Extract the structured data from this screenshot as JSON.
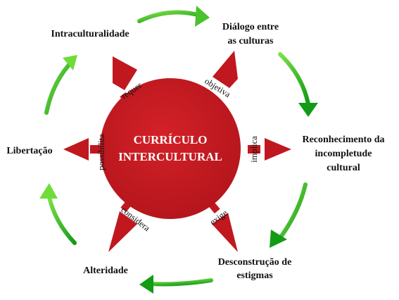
{
  "center": {
    "line1": "CURRÍCULO",
    "line2": "INTERCULTURAL",
    "fill": "#c0181e"
  },
  "colors": {
    "red": "#c0181e",
    "green_light": "#6fdc3a",
    "green_dark": "#129b14",
    "text": "#111111"
  },
  "nodes": [
    {
      "id": "intraculturalidade",
      "lines": [
        "Intraculturalidade"
      ]
    },
    {
      "id": "dialogo",
      "lines": [
        "Diálogo entre",
        "as culturas"
      ]
    },
    {
      "id": "reconhecimento",
      "lines": [
        "Reconhecimento da",
        "incompletude",
        "cultural"
      ]
    },
    {
      "id": "desconstrucao",
      "lines": [
        "Desconstrução de",
        "estigmas"
      ]
    },
    {
      "id": "alteridade",
      "lines": [
        "Alteridade"
      ]
    },
    {
      "id": "libertacao",
      "lines": [
        "Libertação"
      ]
    }
  ],
  "connectors": {
    "requer": "requer",
    "objetiva": "objetiva",
    "implica": "implica",
    "exige": "exige",
    "considera": "considera",
    "possibilita": "possibilita"
  }
}
